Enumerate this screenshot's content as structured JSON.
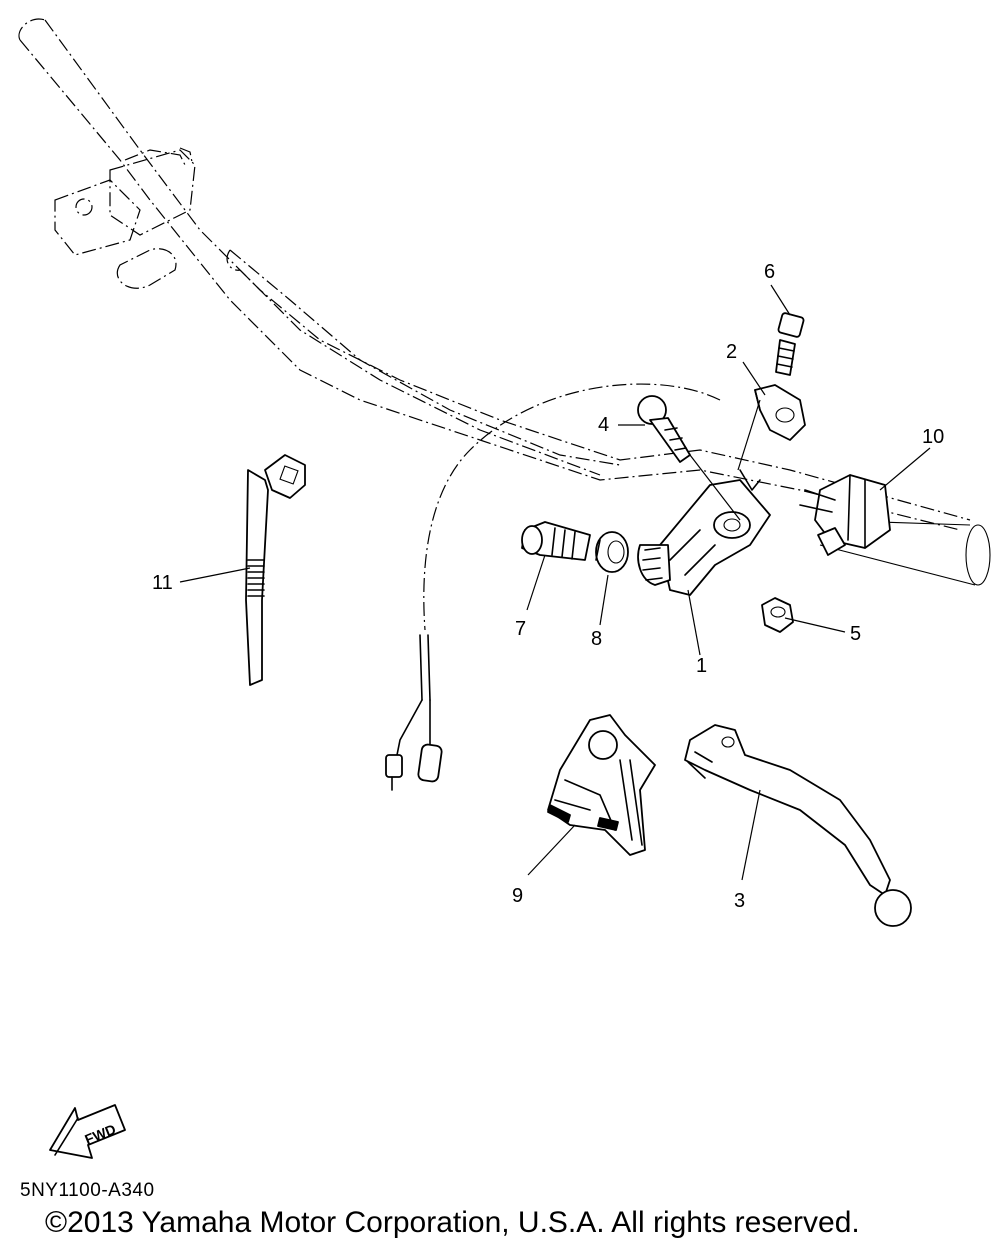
{
  "callouts": {
    "c1": "1",
    "c2": "2",
    "c3": "3",
    "c4": "4",
    "c5": "5",
    "c6": "6",
    "c7": "7",
    "c8": "8",
    "c9": "9",
    "c10": "10",
    "c11": "11"
  },
  "fwd_label": "FWD",
  "ref_code": "5NY1100-A340",
  "copyright": "©2013 Yamaha Motor Corporation, U.S.A. All rights reserved."
}
